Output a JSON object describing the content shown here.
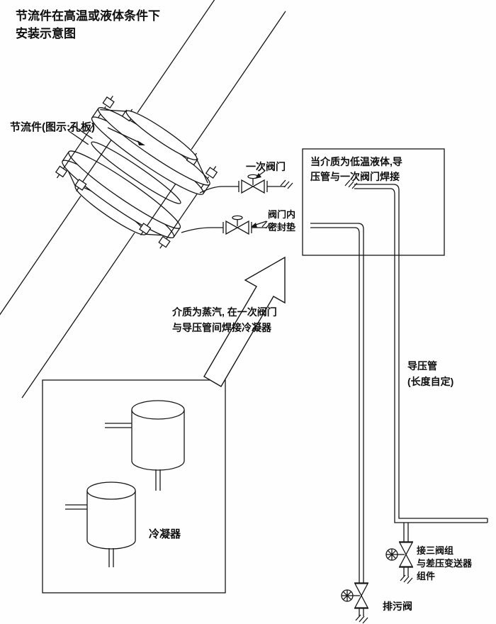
{
  "title": {
    "line1": "节流件在高温或液体条件下",
    "line2": "安装示意图"
  },
  "annotations": {
    "throttle": "节流件(图示:孔板)",
    "primary_valve": "一次阀门",
    "gasket": {
      "line1": "阀门内",
      "line2": "密封垫"
    },
    "cold_note": {
      "line1": "当介质为低温液体,导",
      "line2": "压管与一次阀门焊接"
    },
    "steam_note": {
      "line1": "介质为蒸汽, 在一次阀门",
      "line2": "与导压管间焊接冷凝器"
    },
    "impulse": {
      "line1": "导压管",
      "line2": "(长度自定)"
    },
    "condenser": "冷凝器",
    "manifold": {
      "line1": "接三阀组",
      "line2": "与差压变送器",
      "line3": "组件"
    },
    "drain": "排污阀"
  },
  "colors": {
    "ink": "#161616",
    "background": "#fefefe"
  }
}
